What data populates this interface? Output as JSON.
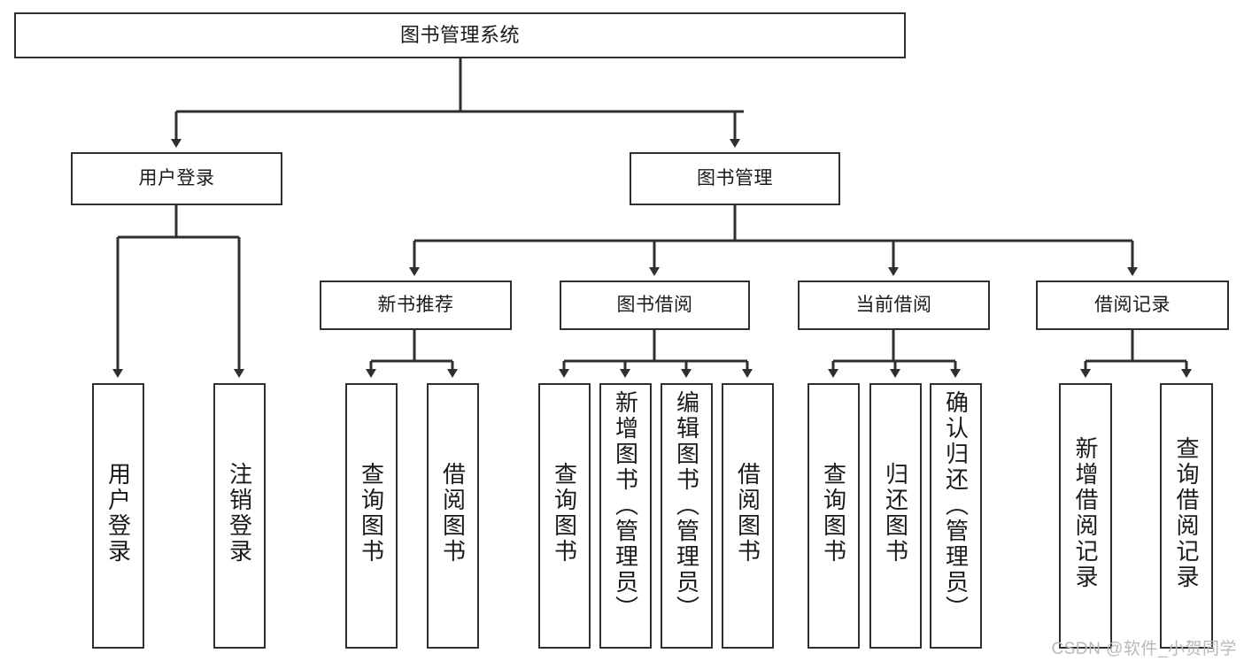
{
  "diagram": {
    "title": "图书管理系统",
    "type": "hierarchy-tree",
    "colors": {
      "box_border": "#2f2f2f",
      "box_fill": "#ffffff",
      "connector": "#2f2f2f",
      "text": "#1a1a1a",
      "watermark": "#b9b9b9"
    },
    "root": {
      "label": "图书管理系统"
    },
    "tier2": [
      {
        "label": "用户登录"
      },
      {
        "label": "图书管理"
      }
    ],
    "tier3": [
      {
        "label": "新书推荐"
      },
      {
        "label": "图书借阅"
      },
      {
        "label": "当前借阅"
      },
      {
        "label": "借阅记录"
      }
    ],
    "leaves": {
      "user_login": [
        {
          "label": "用户登录"
        },
        {
          "label": "注销登录"
        }
      ],
      "new_book_recommend": [
        {
          "label": "查询图书"
        },
        {
          "label": "借阅图书"
        }
      ],
      "book_borrow": [
        {
          "label": "查询图书"
        },
        {
          "label": "新增图书（管理员）"
        },
        {
          "label": "编辑图书（管理员）"
        },
        {
          "label": "借阅图书"
        }
      ],
      "current_borrow": [
        {
          "label": "查询图书"
        },
        {
          "label": "归还图书"
        },
        {
          "label": "确认归还（管理员）"
        }
      ],
      "borrow_record": [
        {
          "label": "新增借阅记录"
        },
        {
          "label": "查询借阅记录"
        }
      ]
    }
  },
  "watermark": {
    "text": "CSDN @软件_小贺同学"
  }
}
